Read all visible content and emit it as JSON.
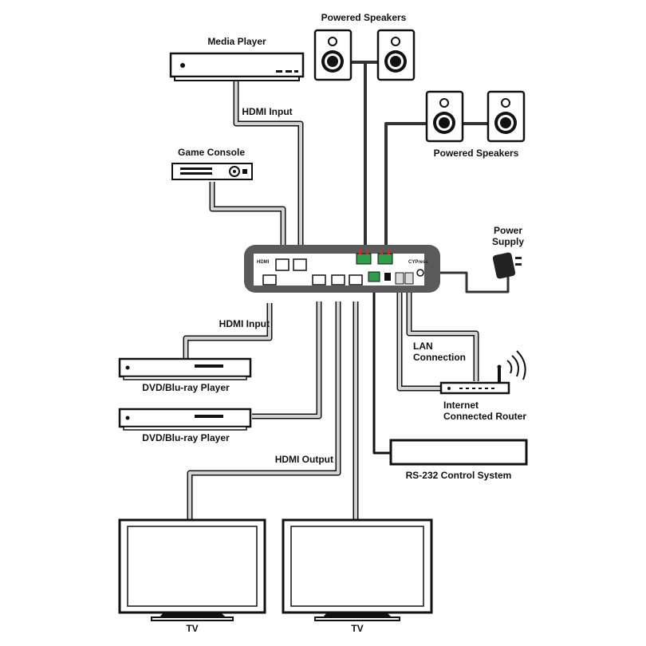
{
  "labels": {
    "media_player": "Media Player",
    "hdmi_input_top": "HDMI Input",
    "game_console": "Game Console",
    "powered_speakers_1": "Powered Speakers",
    "powered_speakers_2": "Powered Speakers",
    "power_supply_line1": "Power",
    "power_supply_line2": "Supply",
    "hdmi_input_left": "HDMI Input",
    "dvd_player_1": "DVD/Blu-ray Player",
    "dvd_player_2": "DVD/Blu-ray Player",
    "lan_line1": "LAN",
    "lan_line2": "Connection",
    "router_line1": "Internet",
    "router_line2": "Connected Router",
    "rs232_system": "RS-232 Control System",
    "hdmi_output": "HDMI Output",
    "tv_1": "TV",
    "tv_2": "TV"
  },
  "device": {
    "hdmi_label": "HDMI",
    "brand": "CYPress"
  },
  "colors": {
    "line": "#111111",
    "cable_gray": "#cfcfcf",
    "device_body": "#5a5a5a",
    "panel": "#ffffff",
    "terminal_green": "#2e9e4a",
    "terminal_red": "#d22b2b"
  }
}
